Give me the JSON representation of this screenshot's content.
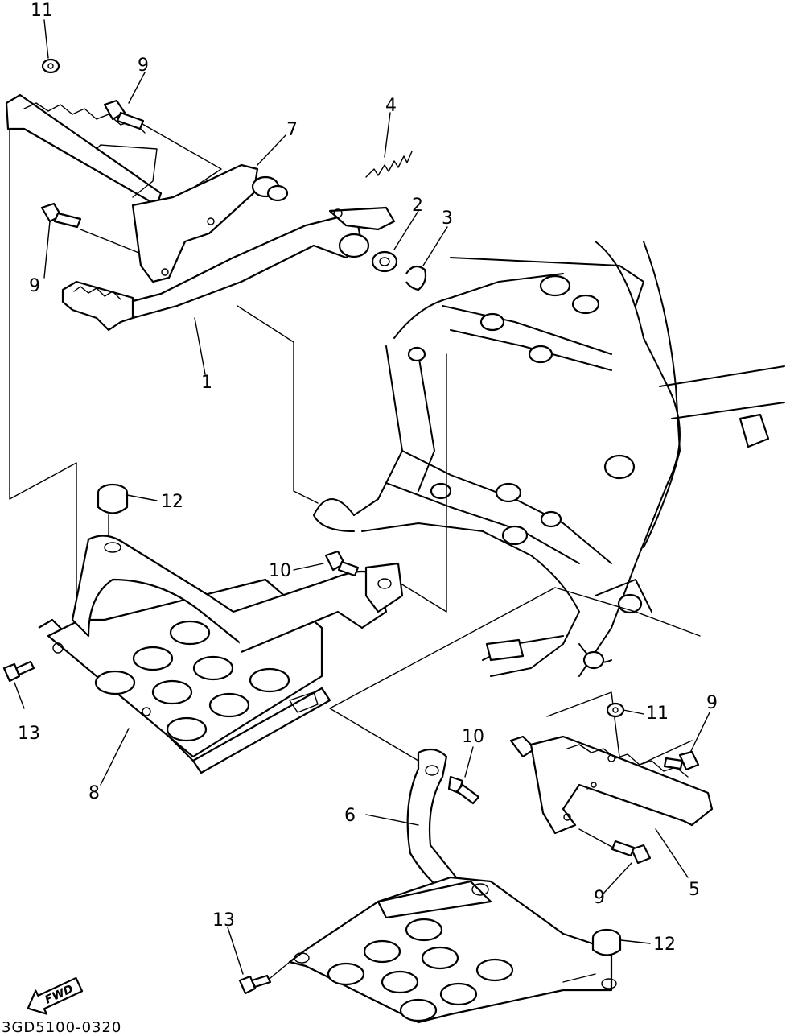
{
  "diagram": {
    "callouts": {
      "p1": "1",
      "p2": "2",
      "p3": "3",
      "p4": "4",
      "p5": "5",
      "p6": "6",
      "p7": "7",
      "p8": "8",
      "p9a": "9",
      "p9b": "9",
      "p9c": "9",
      "p9d": "9",
      "p10a": "10",
      "p10b": "10",
      "p11a": "11",
      "p11b": "11",
      "p12a": "12",
      "p12b": "12",
      "p13a": "13",
      "p13b": "13"
    },
    "fwd_label": "FWD",
    "drawing_code": "3GD5100-0320"
  }
}
